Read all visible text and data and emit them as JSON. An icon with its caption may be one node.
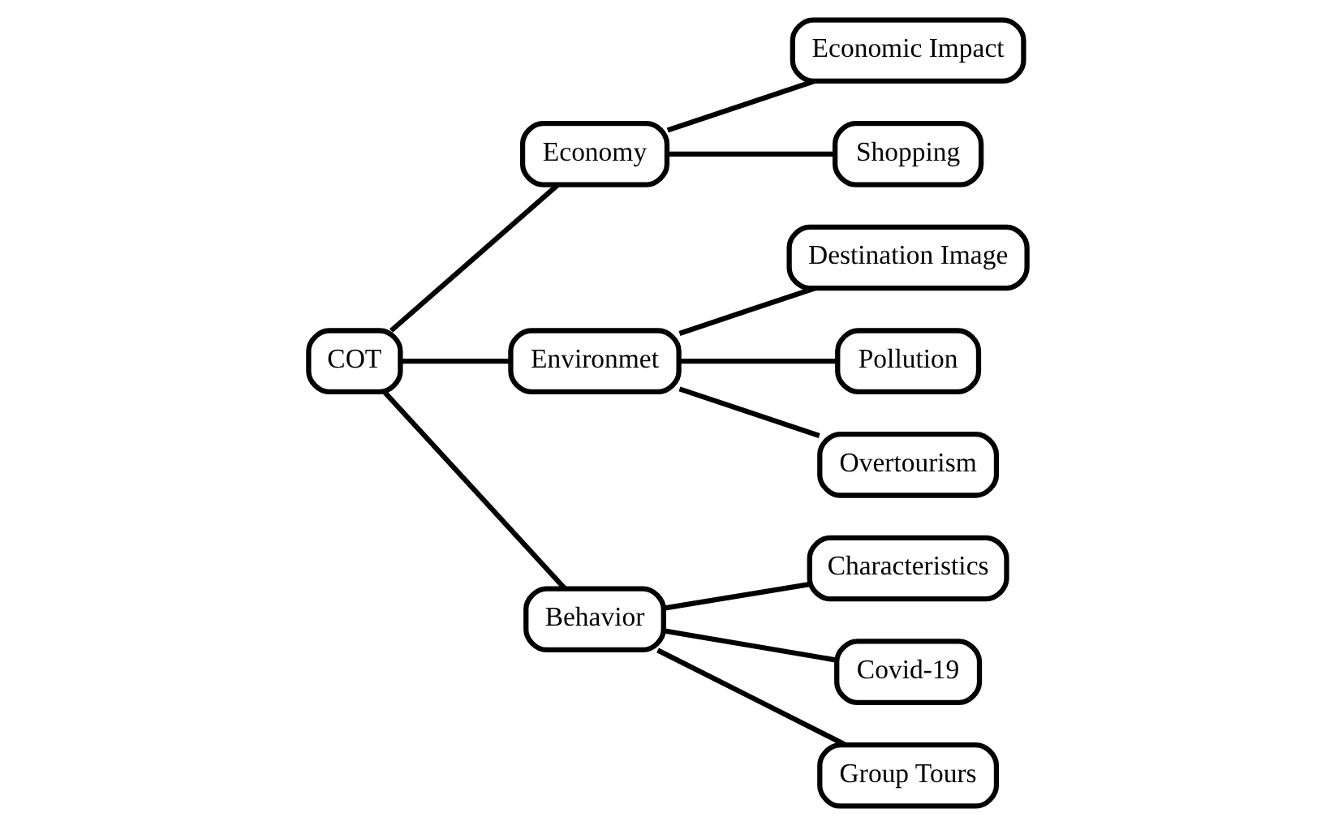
{
  "diagram": {
    "nodes": [
      {
        "text": [
          "COT"
        ]
      },
      {
        "text": [
          "Economy"
        ]
      },
      {
        "text": [
          "Environmet"
        ]
      },
      {
        "text": [
          "Behavior"
        ]
      },
      {
        "text": [
          "Economic Impact"
        ]
      },
      {
        "text": [
          "Shopping"
        ]
      },
      {
        "text": [
          "Destination Image"
        ]
      },
      {
        "text": [
          "Pollution"
        ]
      },
      {
        "text": [
          "Overtourism"
        ]
      },
      {
        "text": [
          "Characteristics"
        ]
      },
      {
        "text": [
          "Covid-19"
        ]
      },
      {
        "text": [
          "Group Tours"
        ]
      }
    ],
    "edges": [
      {
        "from": 0,
        "to": 1,
        "arrow": "none"
      },
      {
        "from": 0,
        "to": 2,
        "arrow": "none"
      },
      {
        "from": 0,
        "to": 3,
        "arrow": "none"
      },
      {
        "from": 1,
        "to": 4,
        "arrow": "none"
      },
      {
        "from": 1,
        "to": 5,
        "arrow": "none"
      },
      {
        "from": 2,
        "to": 6,
        "arrow": "none"
      },
      {
        "from": 2,
        "to": 7,
        "arrow": "none"
      },
      {
        "from": 2,
        "to": 8,
        "arrow": "none"
      },
      {
        "from": 3,
        "to": 9,
        "arrow": "none"
      },
      {
        "from": 3,
        "to": 10,
        "arrow": "none"
      },
      {
        "from": 3,
        "to": 11,
        "arrow": "none"
      }
    ]
  }
}
